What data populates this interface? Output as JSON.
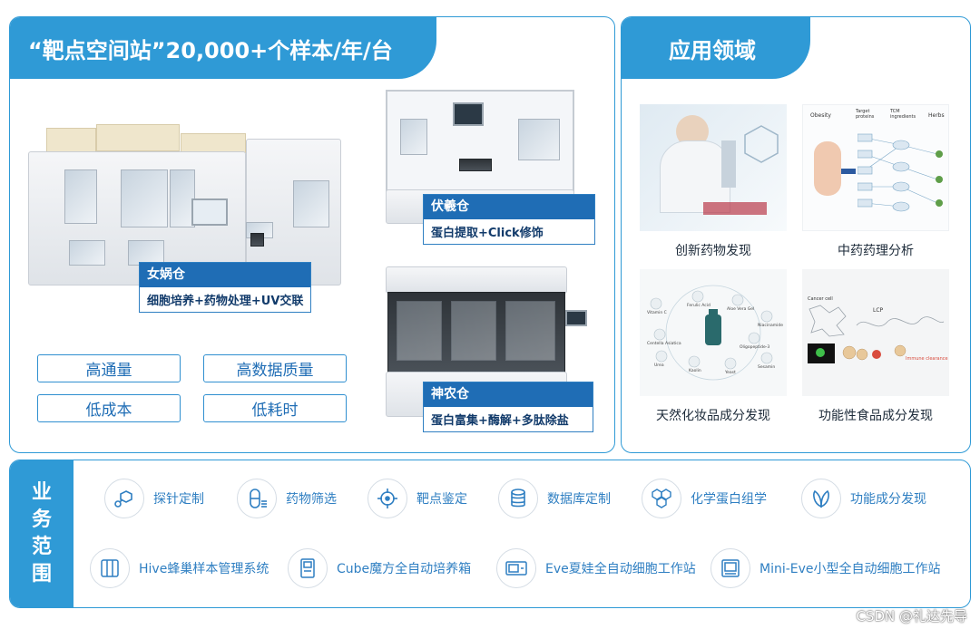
{
  "left_panel": {
    "title": "“靶点空间站”20,000+个样本/年/台",
    "machines": [
      {
        "name": "女娲仓",
        "desc": "细胞培养+药物处理+UV交联"
      },
      {
        "name": "伏羲仓",
        "desc": "蛋白提取+Click修饰"
      },
      {
        "name": "神农仓",
        "desc": "蛋白富集+酶解+多肽除盐"
      }
    ],
    "features": [
      "高通量",
      "高数据质量",
      "低成本",
      "低耗时"
    ]
  },
  "right_panel": {
    "title": "应用领域",
    "items": [
      {
        "label": "创新药物发现"
      },
      {
        "label": "中药药理分析",
        "img_text": {
          "obesity": "Obesity",
          "target": "Target proteins",
          "tcm": "TCM ingredients",
          "herbs": "Herbs"
        }
      },
      {
        "label": "天然化妆品成分发现",
        "img_text": {
          "a": "Vitamin C",
          "b": "Ferulic Acid",
          "c": "Aloe Vera Gel",
          "d": "Niacinamide",
          "e": "Centella Asiatica",
          "f": "Oligopeptide-3",
          "g": "Urea",
          "h": "Kaolin",
          "i": "Yeast",
          "j": "Sesamin"
        }
      },
      {
        "label": "功能性食品成分发现",
        "img_text": {
          "a": "Cancer cell",
          "b": "LCP",
          "c": "Immune clearance"
        }
      }
    ]
  },
  "bottom_panel": {
    "side_title": [
      "业",
      "务",
      "范",
      "围"
    ],
    "row1": [
      {
        "label": "探针定制",
        "icon": "probe-icon"
      },
      {
        "label": "药物筛选",
        "icon": "capsule-icon"
      },
      {
        "label": "靶点鉴定",
        "icon": "crosshair-icon"
      },
      {
        "label": "数据库定制",
        "icon": "database-icon"
      },
      {
        "label": "化学蛋白组学",
        "icon": "hexagon-icon"
      },
      {
        "label": "功能成分发现",
        "icon": "leaf-icon"
      }
    ],
    "row2": [
      {
        "label": "Hive蜂巢样本管理系统",
        "icon": "hive-icon"
      },
      {
        "label": "Cube魔方全自动培养箱",
        "icon": "cube-incubator-icon"
      },
      {
        "label": "Eve夏娃全自动细胞工作站",
        "icon": "eve-workstation-icon"
      },
      {
        "label": "Mini-Eve小型全自动细胞工作站",
        "icon": "mini-eve-icon"
      }
    ]
  },
  "watermark": "CSDN @礼达先导",
  "colors": {
    "accent": "#2f9ad6",
    "dark_blue": "#1f6db5",
    "border": "#2f8fd0"
  }
}
